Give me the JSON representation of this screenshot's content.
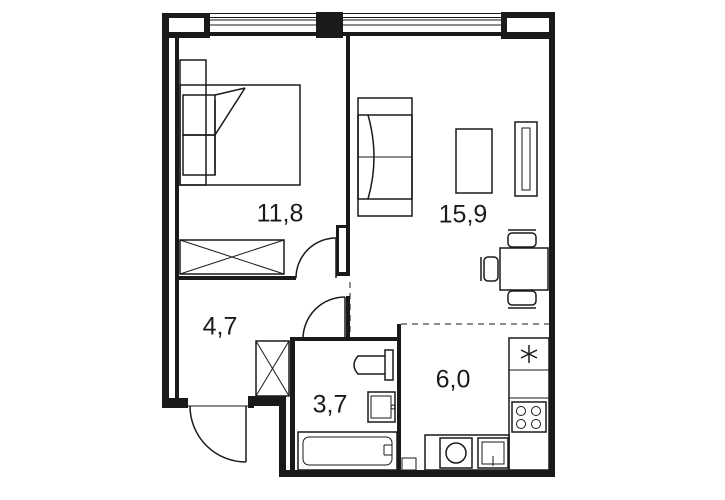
{
  "rooms": {
    "bedroom": {
      "area": "11,8"
    },
    "living": {
      "area": "15,9"
    },
    "hall": {
      "area": "4,7"
    },
    "bathroom": {
      "area": "3,7"
    },
    "kitchen": {
      "area": "6,0"
    }
  },
  "icons": [
    "bed-icon",
    "wardrobe-icon",
    "sofa-icon",
    "coffee-table-icon",
    "tv-icon",
    "dining-table-icon",
    "chair-icon",
    "toilet-icon",
    "sink-icon",
    "bathtub-icon",
    "washing-machine-icon",
    "stove-icon",
    "fridge-icon",
    "kitchen-sink-icon",
    "door-swing-icon",
    "window-icon",
    "ventilation-shaft-icon"
  ]
}
